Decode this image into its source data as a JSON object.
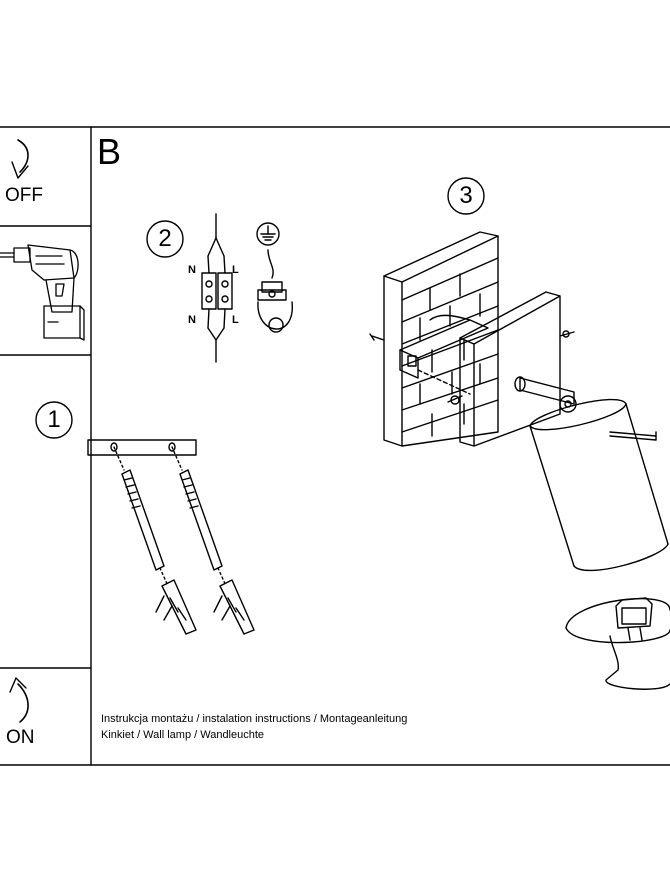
{
  "section_letter": "B",
  "power_off_label": "OFF",
  "power_on_label": "ON",
  "step_numbers": {
    "step1": "1",
    "step2": "2",
    "step3": "3"
  },
  "terminal_labels": {
    "neutral_top": "N",
    "live_top": "L",
    "neutral_bottom": "N",
    "live_bottom": "L"
  },
  "footer": {
    "line1": "Instrukcja montażu / instalation instructions / Montageanleitung",
    "line2": "Kinkiet / Wall lamp / Wandleuchte"
  },
  "icons": [
    "arrow-down-icon",
    "drill-icon",
    "arrow-up-icon",
    "ground-symbol-icon"
  ],
  "colors": {
    "line": "#000000",
    "background": "#ffffff"
  }
}
